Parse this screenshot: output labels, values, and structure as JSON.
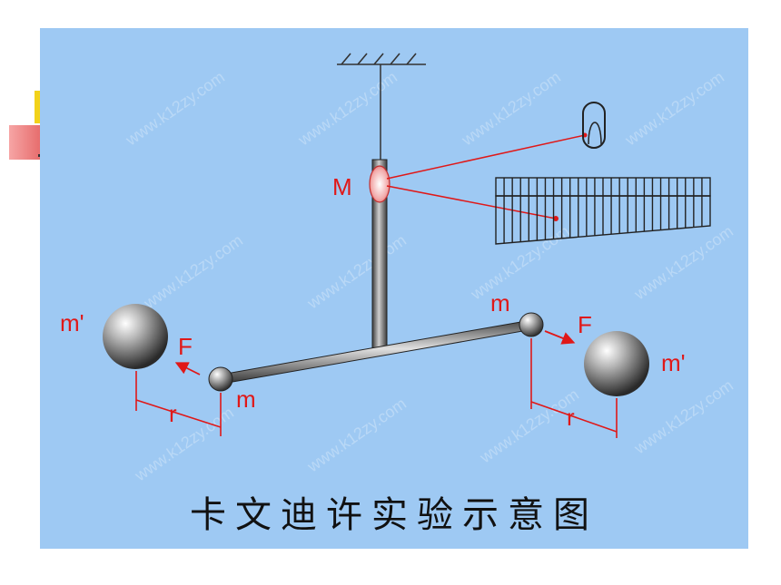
{
  "labels": {
    "mirror": "M",
    "small_mass_left": "m",
    "small_mass_right": "m",
    "large_mass_left": "m'",
    "large_mass_right": "m'",
    "force_left": "F",
    "force_right": "F",
    "distance_left": "r",
    "distance_right": "r"
  },
  "caption": "卡文迪许实验示意图",
  "watermark": "www.k12zy.com",
  "colors": {
    "background": "#9ec9f3",
    "annotation_red": "#e01818",
    "rod_gray": "#666666"
  }
}
